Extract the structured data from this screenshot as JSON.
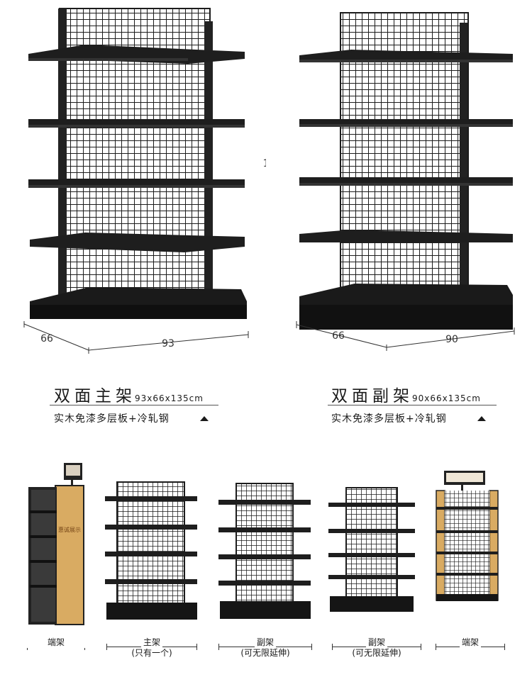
{
  "dimensions": {
    "main": {
      "width": "93",
      "depth": "66",
      "height": "135"
    },
    "sub": {
      "width": "90",
      "depth": "66"
    }
  },
  "products": {
    "main": {
      "title": "双面主架",
      "size": "93x66x135cm",
      "material": "实木免漆多层板+冷轧钢"
    },
    "sub": {
      "title": "双面副架",
      "size": "90x66x135cm",
      "material": "实木免漆多层板+冷轧钢"
    }
  },
  "captions": [
    {
      "line1": "端架",
      "line2": ""
    },
    {
      "line1": "主架",
      "line2": "(只有一个)"
    },
    {
      "line1": "副架",
      "line2": "(可无限延伸)"
    },
    {
      "line1": "副架",
      "line2": "(可无限延伸)"
    },
    {
      "line1": "端架",
      "line2": ""
    }
  ],
  "signboard": {
    "text": "惠诚展示"
  },
  "colors": {
    "metal": "#1c1c1c",
    "wood": "#d9ab62",
    "text": "#1a1a1a"
  },
  "icons": {
    "marker": "up-triangle-icon"
  }
}
